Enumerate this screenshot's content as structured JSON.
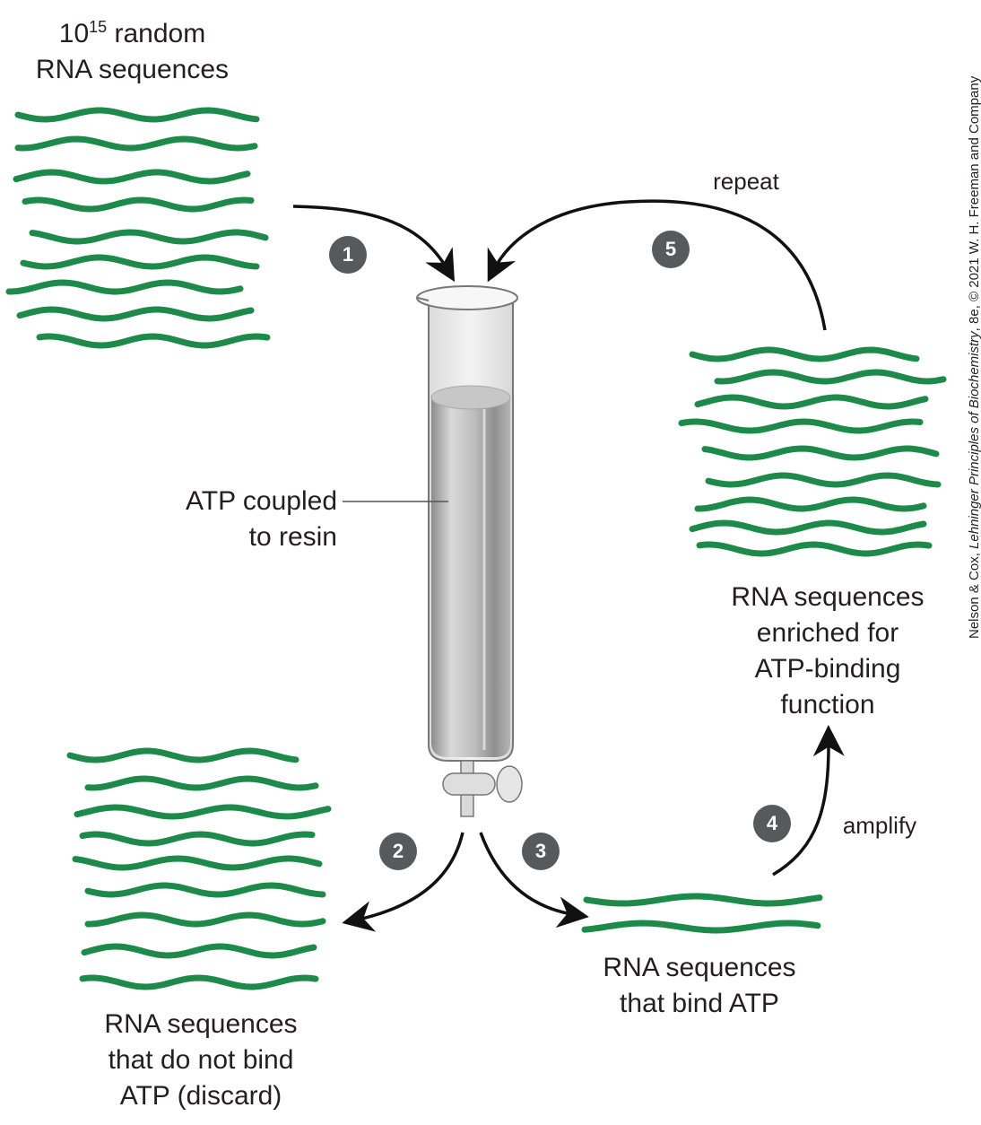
{
  "labels": {
    "random_pool_base": "10",
    "random_pool_exp": "15",
    "random_pool_rest": " random",
    "random_pool_line2": "RNA sequences",
    "resin_line1": "ATP coupled",
    "resin_line2": "to resin",
    "discard_line1": "RNA sequences",
    "discard_line2": "that do not bind",
    "discard_line3": "ATP (discard)",
    "bind_line1": "RNA sequences",
    "bind_line2": "that bind ATP",
    "enriched_line1": "RNA sequences",
    "enriched_line2": "enriched for",
    "enriched_line3": "ATP-binding",
    "enriched_line4": "function",
    "repeat": "repeat",
    "amplify": "amplify"
  },
  "steps": [
    "1",
    "2",
    "3",
    "4",
    "5"
  ],
  "credit": {
    "authors": "Nelson & Cox, ",
    "title": "Lehninger Principles of Biochemistry",
    "rest": ", 8e, © 2021 W. H. Freeman and Company"
  },
  "colors": {
    "rna_strand": "#1e8a4a",
    "badge": "#58595b",
    "arrow": "#111111",
    "column_glass": "#ececec",
    "resin": "#b3b3b3"
  }
}
